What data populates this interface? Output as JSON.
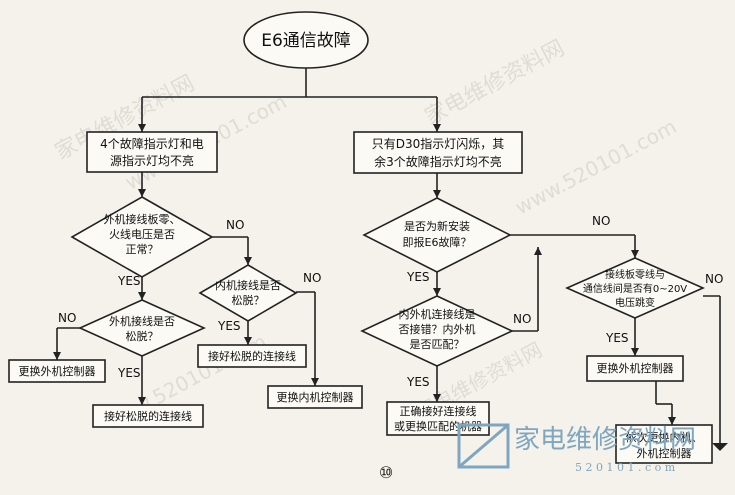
{
  "title": "E6通信故障",
  "left": {
    "cond": [
      "4个故障指示灯和电",
      "源指示灯均不亮"
    ],
    "q1": [
      "外机接线板零、",
      "火线电压是否",
      "正常？"
    ],
    "q1_yes": "YES",
    "q1_no": "NO",
    "q2": [
      "外机接线是否",
      "松脱？"
    ],
    "q2_yes": "YES",
    "q2_no": "NO",
    "r_replace_outdoor": "更换外机控制器",
    "r_connect_loose1": "接好松脱的连接线",
    "q3": [
      "内机接线是否",
      "松脱？"
    ],
    "q3_yes": "YES",
    "q3_no": "NO",
    "r_connect_loose2": "接好松脱的连接线",
    "r_replace_indoor": "更换内机控制器"
  },
  "right": {
    "cond": [
      "只有D30指示灯闪烁，其",
      "余3个故障指示灯均不亮"
    ],
    "q1": [
      "是否为新安装",
      "即报E6故障？"
    ],
    "q1_yes": "YES",
    "q1_no": "NO",
    "q2": [
      "内外机连接线是",
      "否接错？内外机",
      "是否匹配？"
    ],
    "q2_yes": "YES",
    "q2_no": "NO",
    "r_correct": [
      "正确接好连接线",
      "或更换匹配的机器"
    ],
    "q3": [
      "接线板零线与",
      "通信线间是否有0~20V",
      "电压跳变"
    ],
    "q3_yes": "YES",
    "q3_no": "NO",
    "r_replace_outdoor": "更换外机控制器",
    "r_replace_both": [
      "依次更换内机、",
      "外机控制器"
    ]
  },
  "figure_number": "⑩",
  "watermark": "家电维修资料网",
  "watermark_url": "www.520101.com",
  "logo": {
    "text": "家电维修资料网",
    "url": "5 2 0 1 0 1 . c o m"
  }
}
